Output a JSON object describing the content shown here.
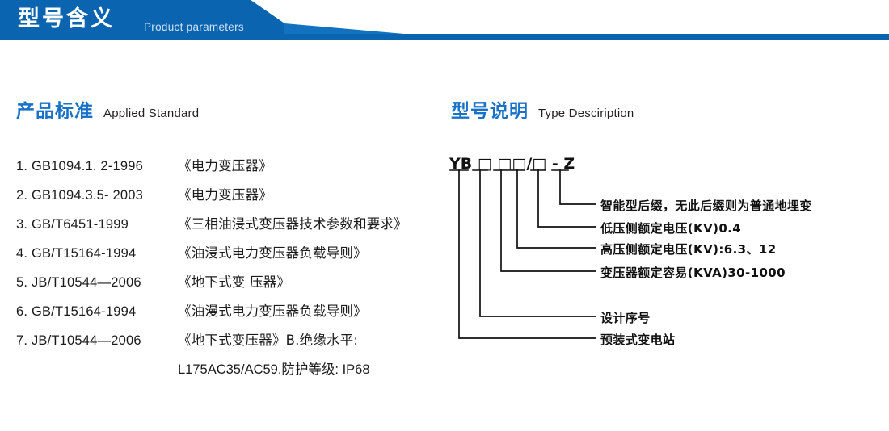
{
  "header": {
    "title": "型号含义",
    "subtitle": "Product parameters",
    "band_color": "#0b64b0",
    "band_color_light": "#1272bf",
    "title_color": "#ffffff",
    "subtitle_color": "#cfe2f3"
  },
  "accent_color": "#1a72c8",
  "text_color": "#1b1b1b",
  "sections": {
    "standard": {
      "cn": "产品标准",
      "en": "Applied Standard"
    },
    "type": {
      "cn": "型号说明",
      "en": "Type Desciription"
    }
  },
  "standards": [
    {
      "code": "1. GB1094.1. 2-1996",
      "name": "《电力变压器》"
    },
    {
      "code": "2. GB1094.3.5- 2003",
      "name": "《电力变压器》"
    },
    {
      "code": "3. GB/T6451-1999",
      "name": "《三相油浸式变压器技术参数和要求》"
    },
    {
      "code": "4. GB/T15164-1994",
      "name": "《油浸式电力变压器负载导则》"
    },
    {
      "code": "5. JB/T10544—2006",
      "name": "《地下式变 压器》"
    },
    {
      "code": "6. GB/T15164-1994",
      "name": "《油漫式电力变压器负载导则》"
    },
    {
      "code": "7. JB/T10544—2006",
      "name": "《地下式变压器》B.绝缘水平:"
    }
  ],
  "standards_continuation": "L175AC35/AC59.防护等级: IP68",
  "type_diagram": {
    "code_parts": [
      {
        "text": "YB",
        "kind": "letters"
      },
      {
        "text": "□",
        "kind": "box"
      },
      {
        "text": "□□",
        "kind": "box"
      },
      {
        "text": "/",
        "kind": "slash"
      },
      {
        "text": "□",
        "kind": "box"
      },
      {
        "text": "-",
        "kind": "dash"
      },
      {
        "text": "Z",
        "kind": "letters"
      }
    ],
    "code_display": "YB □  □□/□ - Z",
    "callouts": [
      {
        "id": "callout-suffix",
        "label": "智能型后缀，无此后缀则为普通地埋变"
      },
      {
        "id": "callout-lv",
        "label": "低压侧额定电压(KV)0.4"
      },
      {
        "id": "callout-hv",
        "label": "高压侧额定电压(KV):6.3、12"
      },
      {
        "id": "callout-capacity",
        "label": "变压器额定容易(KVA)30-1000"
      },
      {
        "id": "callout-design-seq",
        "label": "设计序号"
      },
      {
        "id": "callout-substation",
        "label": "预装式变电站"
      }
    ]
  }
}
